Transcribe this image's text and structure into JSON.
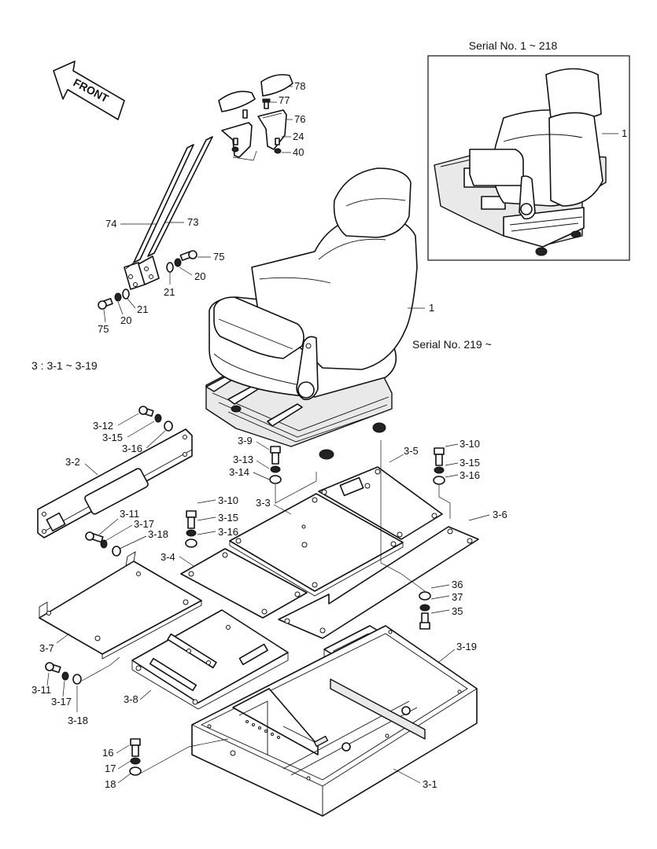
{
  "header": {
    "serial_top": "Serial No. 1 ~ 218",
    "serial_bottom": "Serial No. 219 ~",
    "front_label": "FRONT",
    "assembly_note": "3 : 3-1 ~ 3-19"
  },
  "labels": {
    "l78": "78",
    "l77": "77",
    "l76": "76",
    "l24": "24",
    "l40": "40",
    "l74": "74",
    "l73": "73",
    "l75a": "75",
    "l20a": "20",
    "l21a": "21",
    "l21b": "21",
    "l20b": "20",
    "l75b": "75",
    "l1a": "1",
    "l1b": "1",
    "l312": "3-12",
    "l315a": "3-15",
    "l316a": "3-16",
    "l32": "3-2",
    "l39": "3-9",
    "l313": "3-13",
    "l314": "3-14",
    "l35": "3-5",
    "l310a": "3-10",
    "l315b": "3-15",
    "l316b": "3-16",
    "l33": "3-3",
    "l310b": "3-10",
    "l315c": "3-15",
    "l316c": "3-16",
    "l311a": "3-11",
    "l317a": "3-17",
    "l318a": "3-18",
    "l34": "3-4",
    "l36": "3-6",
    "l36b": "36",
    "l37": "37",
    "l35b": "35",
    "l37b": "3-7",
    "l319": "3-19",
    "l311b": "3-11",
    "l317b": "3-17",
    "l318b": "3-18",
    "l38": "3-8",
    "l16": "16",
    "l17": "17",
    "l18": "18",
    "l31": "3-1"
  }
}
